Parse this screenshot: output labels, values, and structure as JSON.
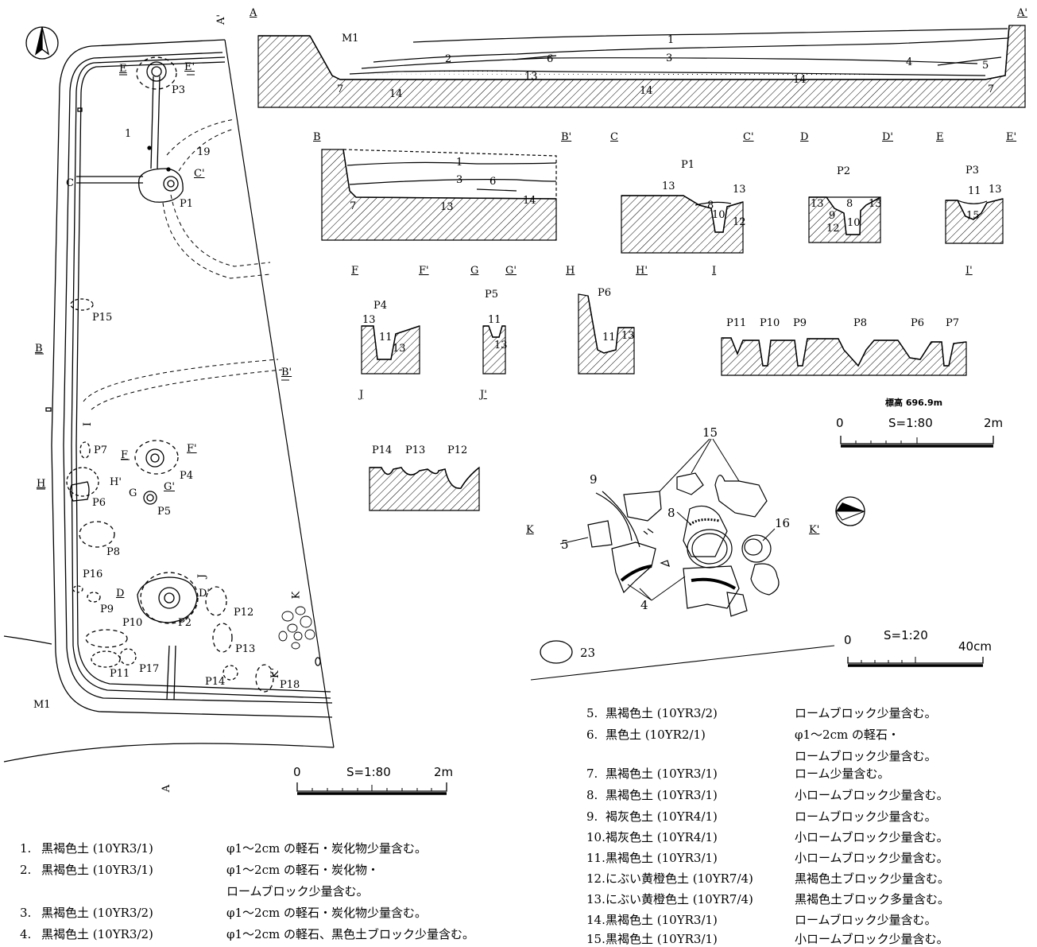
{
  "plan": {
    "section_marks": [
      {
        "id": "a_top",
        "text": "A'"
      },
      {
        "id": "a_bot",
        "text": "A"
      },
      {
        "id": "e",
        "text": "E"
      },
      {
        "id": "e2",
        "text": "E'"
      },
      {
        "id": "c",
        "text": "C"
      },
      {
        "id": "c2",
        "text": "C'"
      },
      {
        "id": "b",
        "text": "B"
      },
      {
        "id": "b2",
        "text": "B'"
      },
      {
        "id": "f",
        "text": "F"
      },
      {
        "id": "f2",
        "text": "F'"
      },
      {
        "id": "g",
        "text": "G"
      },
      {
        "id": "g2",
        "text": "G'"
      },
      {
        "id": "h",
        "text": "H"
      },
      {
        "id": "h2",
        "text": "H'"
      },
      {
        "id": "d",
        "text": "D"
      },
      {
        "id": "d2",
        "text": "D'"
      },
      {
        "id": "i",
        "text": "I"
      },
      {
        "id": "i2",
        "text": "I'"
      },
      {
        "id": "j",
        "text": "J"
      },
      {
        "id": "j2",
        "text": "J'"
      },
      {
        "id": "k",
        "text": "K"
      },
      {
        "id": "k2",
        "text": "K'"
      }
    ],
    "pits": [
      "P1",
      "P2",
      "P3",
      "P4",
      "P5",
      "P6",
      "P7",
      "P8",
      "P9",
      "P10",
      "P11",
      "P12",
      "P13",
      "P14",
      "P15",
      "P16",
      "P17",
      "P18"
    ],
    "numbers": [
      "1",
      "19"
    ],
    "m1": "M1",
    "scale": {
      "zero": "0",
      "text": "S=1:80",
      "end": "2m"
    }
  },
  "sections": {
    "a": {
      "left": "A",
      "right": "A'",
      "m1": "M1",
      "layers": [
        "1",
        "2",
        "3",
        "4",
        "5",
        "6",
        "13",
        "14",
        "14",
        "14",
        "7",
        "7"
      ]
    },
    "b": {
      "left": "B",
      "right": "B'",
      "layers": [
        "1",
        "3",
        "6",
        "7",
        "13",
        "14"
      ]
    },
    "c": {
      "left": "C",
      "right": "C'",
      "title": "P1",
      "layers": [
        "13",
        "13",
        "8",
        "10",
        "12"
      ]
    },
    "d": {
      "left": "D",
      "right": "D'",
      "title": "P2",
      "layers": [
        "13",
        "8",
        "13",
        "9",
        "12",
        "10"
      ]
    },
    "e": {
      "left": "E",
      "right": "E'",
      "title": "P3",
      "layers": [
        "11",
        "13",
        "15"
      ]
    },
    "f": {
      "left": "F",
      "right": "F'",
      "title": "P4",
      "layers": [
        "13",
        "11",
        "13"
      ]
    },
    "g": {
      "left": "G",
      "right": "G'",
      "title": "P5",
      "layers": [
        "11",
        "13"
      ]
    },
    "h": {
      "left": "H",
      "right": "H'",
      "title": "P6",
      "layers": [
        "11",
        "13"
      ]
    },
    "i": {
      "left": "I",
      "right": "I'",
      "pits": [
        "P11",
        "P10",
        "P9",
        "P8",
        "P6",
        "P7"
      ]
    },
    "j": {
      "left": "J",
      "right": "J'",
      "pits": [
        "P14",
        "P13",
        "P12"
      ]
    }
  },
  "elevation": "標高 696.9m",
  "scale_sections": {
    "zero": "0",
    "text": "S=1:80",
    "end": "2m"
  },
  "artifacts": {
    "left": "K",
    "right": "K'",
    "numbers": [
      "15",
      "9",
      "8",
      "16",
      "5",
      "4",
      "23"
    ],
    "scale": {
      "zero": "0",
      "text": "S=1:20",
      "end": "40cm"
    }
  },
  "legend_left": [
    {
      "no": "1.",
      "name": "黒褐色土 (10YR3/1)",
      "desc": "φ1～2cm の軽石・炭化物少量含む。"
    },
    {
      "no": "2.",
      "name": "黒褐色土 (10YR3/1)",
      "desc": "φ1～2cm の軽石・炭化物・",
      "desc2": "ロームブロック少量含む。"
    },
    {
      "no": "3.",
      "name": "黒褐色土 (10YR3/2)",
      "desc": "φ1～2cm の軽石・炭化物少量含む。"
    },
    {
      "no": "4.",
      "name": "黒褐色土 (10YR3/2)",
      "desc": "φ1～2cm の軽石、黒色土ブロック少量含む。"
    }
  ],
  "legend_right": [
    {
      "no": "5.",
      "name": "黒褐色土 (10YR3/2)",
      "desc": "ロームブロック少量含む。"
    },
    {
      "no": "6.",
      "name": "黒色土 (10YR2/1)",
      "desc": "φ1～2cm の軽石・",
      "desc2": "ロームブロック少量含む。"
    },
    {
      "no": "7.",
      "name": "黒褐色土 (10YR3/1)",
      "desc": "ローム少量含む。"
    },
    {
      "no": "8.",
      "name": "黒褐色土 (10YR3/1)",
      "desc": "小ロームブロック少量含む。"
    },
    {
      "no": "9.",
      "name": "褐灰色土 (10YR4/1)",
      "desc": "ロームブロック少量含む。"
    },
    {
      "no": "10.",
      "name": "褐灰色土 (10YR4/1)",
      "desc": "小ロームブロック少量含む。"
    },
    {
      "no": "11.",
      "name": "黒褐色土 (10YR3/1)",
      "desc": "小ロームブロック少量含む。"
    },
    {
      "no": "12.",
      "name": "にぶい黄橙色土 (10YR7/4)",
      "desc": "黒褐色土ブロック少量含む。"
    },
    {
      "no": "13.",
      "name": "にぶい黄橙色土 (10YR7/4)",
      "desc": "黒褐色土ブロック多量含む。"
    },
    {
      "no": "14.",
      "name": "黒褐色土 (10YR3/1)",
      "desc": "ロームブロック少量含む。"
    },
    {
      "no": "15.",
      "name": "黒褐色土 (10YR3/1)",
      "desc": "小ロームブロック少量含む。"
    }
  ]
}
